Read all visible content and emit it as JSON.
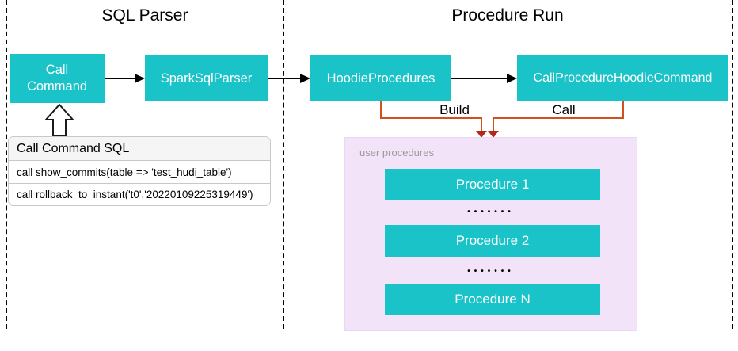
{
  "colors": {
    "teal": "#19C3C8",
    "orange_line": "#D0501F",
    "orange_arrowhead": "#B5271B",
    "purple_bg": "#F3E3F8",
    "gray_label": "#999999"
  },
  "sql_parser": {
    "title": "SQL Parser",
    "call_command_label": "Call Command",
    "spark_sql_parser_label": "SparkSqlParser",
    "sql_list": {
      "header": "Call Command SQL",
      "rows": [
        "call show_commits(table => 'test_hudi_table')",
        "call rollback_to_instant('t0','20220109225319449')"
      ]
    }
  },
  "procedure_run": {
    "title": "Procedure Run",
    "hoodie_procedures_label": "HoodieProcedures",
    "call_procedure_hoodie_command_label": "CallProcedureHoodieCommand",
    "build_label": "Build",
    "call_label": "Call",
    "user_procedures": {
      "label": "user procedures",
      "items": [
        "Procedure 1",
        "Procedure 2",
        "Procedure N"
      ],
      "dots": "•••••••"
    }
  }
}
